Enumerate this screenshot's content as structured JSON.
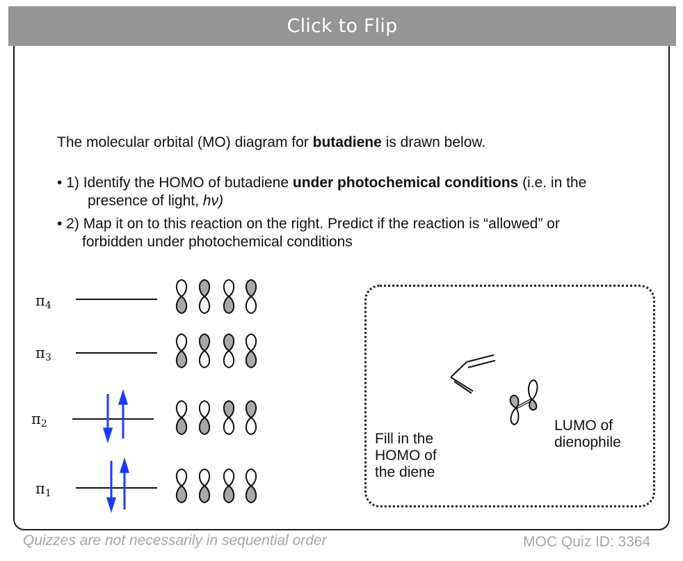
{
  "header": {
    "title": "Click to Flip"
  },
  "question": {
    "intro_pre": "The molecular orbital (MO) diagram for ",
    "intro_bold": "butadiene",
    "intro_post": " is drawn below.",
    "bullet1_pre": "• 1) Identify the HOMO of butadiene ",
    "bullet1_bold": "under photochemical conditions",
    "bullet1_post": " (i.e. in the",
    "bullet1_cont_pre": "presence of light, ",
    "bullet1_cont_ital": "hν)",
    "bullet2_line1": "• 2) Map it on to this reaction on the right. Predict if the reaction is “allowed” or",
    "bullet2_line2": "forbidden under photochemical conditions"
  },
  "mo_levels": [
    {
      "symbol": "π",
      "subscript": "4",
      "electrons": 0
    },
    {
      "symbol": "π",
      "subscript": "3",
      "electrons": 0
    },
    {
      "symbol": "π",
      "subscript": "2",
      "electrons": 2
    },
    {
      "symbol": "π",
      "subscript": "1",
      "electrons": 2
    }
  ],
  "reaction_box": {
    "homo_label_line1": "Fill in the",
    "homo_label_line2": "HOMO of",
    "homo_label_line3": "the diene",
    "lumo_label_line1": "LUMO of",
    "lumo_label_line2": "dienophile"
  },
  "footer": {
    "left": "Quizzes are not necessarily in sequential order",
    "right": "MOC Quiz ID: 3364"
  },
  "colors": {
    "header_bg": "#959595",
    "arrow": "#1a3cff",
    "lobe_fill": "#a8a8a8",
    "footer_text": "#a6a6a6"
  }
}
